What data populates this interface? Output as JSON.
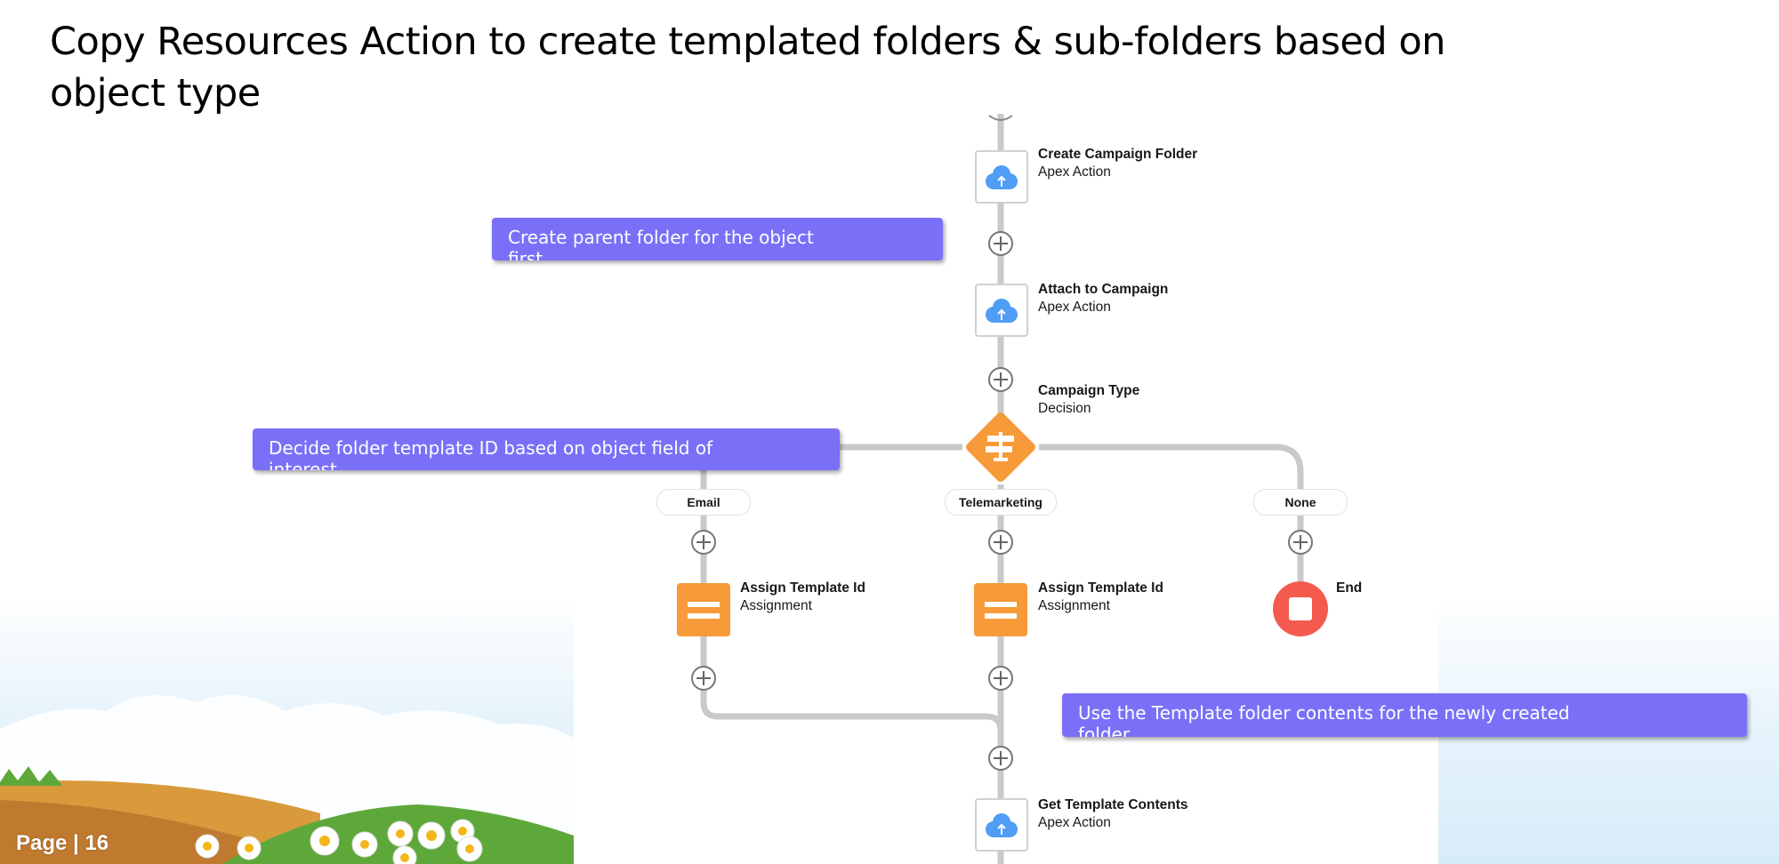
{
  "slide": {
    "title": "Copy Resources Action to create templated folders & sub-folders based on object type",
    "page_label": "Page | 16"
  },
  "colors": {
    "callout": "#7a70f8",
    "action_icon": "#4f9df5",
    "assignment": "#f79a3a",
    "decision": "#f79a3a",
    "end": "#f45b4e",
    "connector": "#c9c9c9"
  },
  "flow": {
    "nodes": [
      {
        "title": "Create Campaign Folder",
        "type": "Apex Action",
        "icon": "cloud-upload-icon"
      },
      {
        "title": "Attach to Campaign",
        "type": "Apex Action",
        "icon": "cloud-upload-icon"
      },
      {
        "title": "Campaign Type",
        "type": "Decision",
        "icon": "signpost-icon"
      },
      {
        "title": "Assign Template Id",
        "type": "Assignment",
        "icon": "equals-icon"
      },
      {
        "title": "Assign Template Id",
        "type": "Assignment",
        "icon": "equals-icon"
      },
      {
        "title": "End",
        "type": "",
        "icon": "stop-icon"
      },
      {
        "title": "Get Template Contents",
        "type": "Apex Action",
        "icon": "cloud-upload-icon"
      }
    ],
    "branches": [
      "Email",
      "Telemarketing",
      "None"
    ]
  },
  "callouts": [
    "Create parent folder for the object first",
    "Decide folder template ID based on object field of interest",
    "Use the Template folder contents for the newly created folder"
  ]
}
